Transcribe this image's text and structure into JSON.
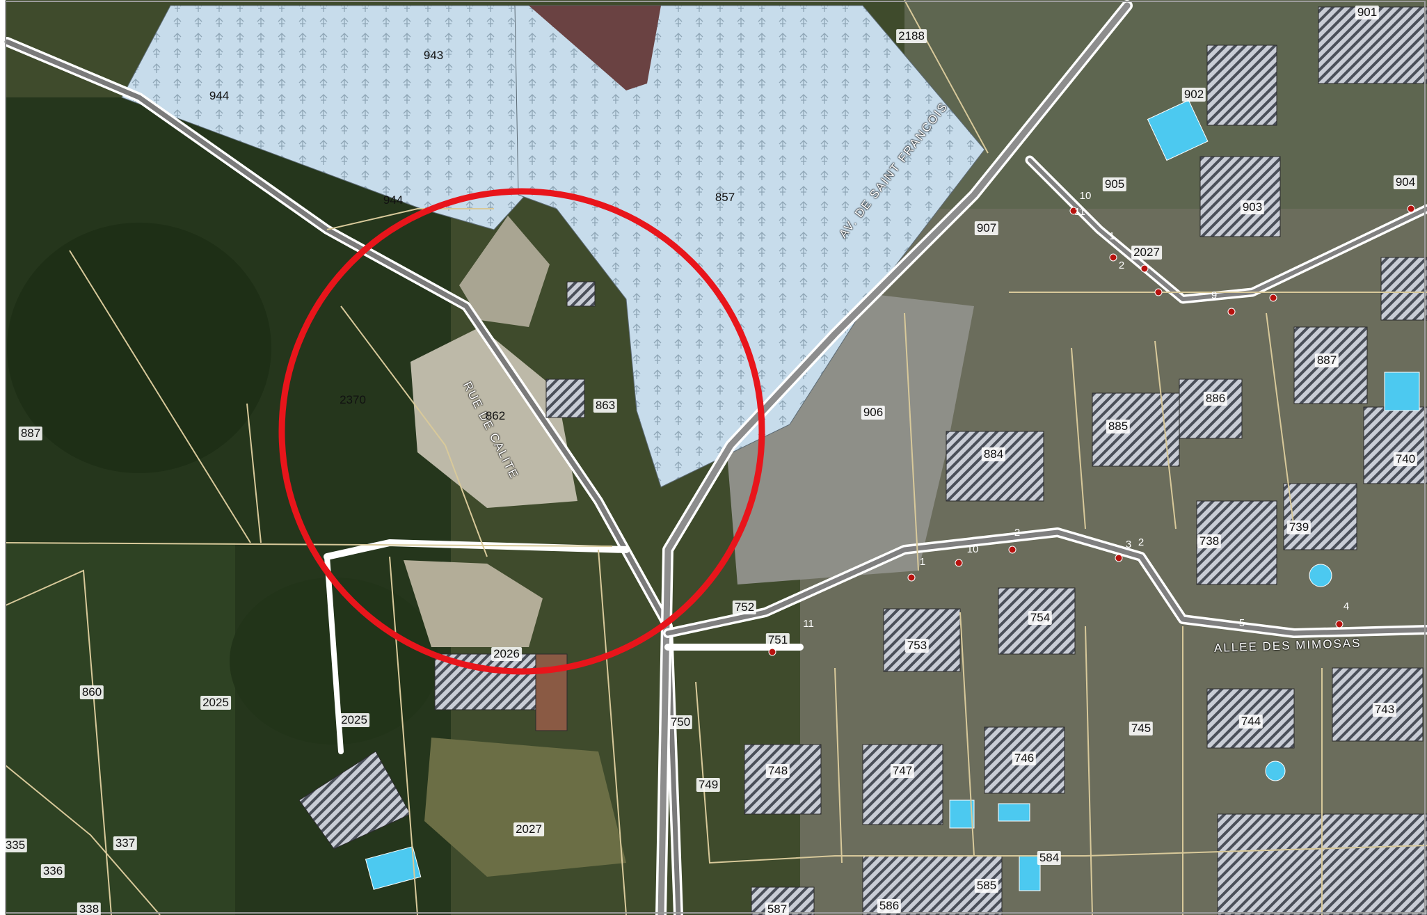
{
  "map": {
    "highlight_color": "#e8151b",
    "parcel_line_color": "#d8c99a",
    "greenhouse_color": "#c7dceb",
    "street_labels": [
      {
        "id": "rue-calite",
        "text": "RUE DE CALITE"
      },
      {
        "id": "av-saint-francois",
        "text": "AV. DE SAINT FRANCOIS"
      },
      {
        "id": "allee-des-mimosas",
        "text": "ALLEE DES MIMOSAS"
      }
    ],
    "parcel_labels": [
      "943",
      "944",
      "944",
      "857",
      "2188",
      "901",
      "902",
      "903",
      "904",
      "905",
      "907",
      "2027",
      "2370",
      "862",
      "863",
      "906",
      "887",
      "886",
      "885",
      "884",
      "740",
      "739",
      "738",
      "887",
      "752",
      "751",
      "753",
      "754",
      "2026",
      "860",
      "2025",
      "2025",
      "750",
      "749",
      "748",
      "747",
      "746",
      "745",
      "744",
      "743",
      "2027",
      "337",
      "335",
      "336",
      "338",
      "587",
      "586",
      "585",
      "584"
    ],
    "road_markers": [
      "1",
      "2",
      "10",
      "11",
      "2",
      "1",
      "10",
      "3",
      "4",
      "5",
      "2",
      "9",
      "11"
    ]
  }
}
